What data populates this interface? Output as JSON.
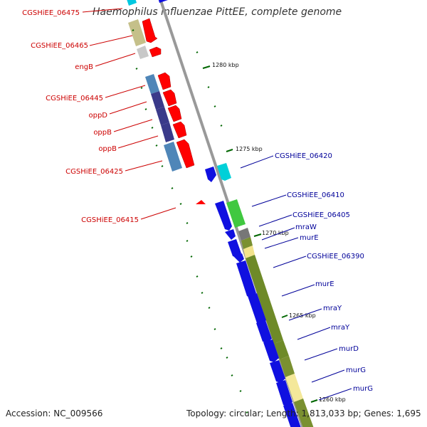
{
  "title": "Haemophilus influenzae PittEE, complete genome",
  "footer": {
    "accession": "Accession: NC_009566",
    "topology": "Topology: circular; Length: 1,813,033 bp; Genes: 1,695"
  },
  "colors": {
    "forward_label": "#cc0000",
    "reverse_label": "#000099",
    "backbone": "#999999",
    "tick": "#006600"
  },
  "kbp_labels": [
    "1280 kbp",
    "1275 kbp",
    "1270 kbp",
    "1265 kbp",
    "1260 kbp"
  ],
  "left_labels": [
    "CGSHiEE_06475",
    "CGSHiEE_06465",
    "engB",
    "CGSHiEE_06445",
    "oppD",
    "oppB",
    "oppB",
    "CGSHiEE_06425",
    "CGSHiEE_06415"
  ],
  "right_labels": [
    "CGSHiEE_06420",
    "CGSHiEE_06410",
    "CGSHiEE_06405",
    "mraW",
    "murE",
    "CGSHiEE_06390",
    "murE",
    "mraY",
    "mraY",
    "murD",
    "murG",
    "murG"
  ]
}
